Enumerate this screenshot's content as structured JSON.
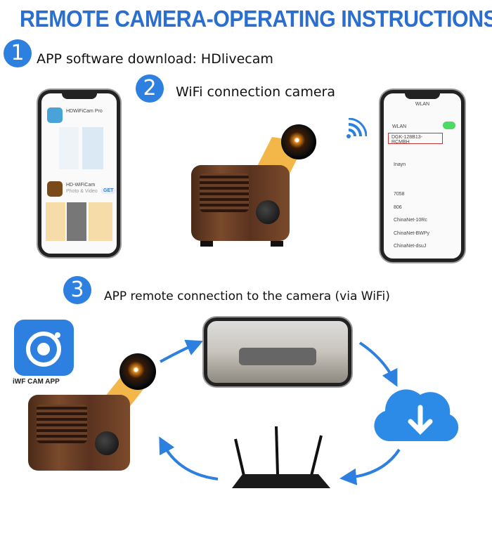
{
  "title": "REMOTE CAMERA-OPERATING INSTRUCTIONS",
  "steps": [
    {
      "number": "1",
      "text": "APP software download:  HDlivecam"
    },
    {
      "number": "2",
      "text": "WiFi connection camera"
    },
    {
      "number": "3",
      "text": "APP remote connection to the camera (via WiFi)"
    }
  ],
  "app_store_phone": {
    "app1": "HDWiFiCam Pro",
    "app2": "HD-WiFiCam",
    "subtitle": "Photo & Video",
    "get": "GET"
  },
  "wlan_phone": {
    "header": "WLAN",
    "toggle_label": "WLAN",
    "connected": "DGK-128B13-RCMBH",
    "networks": [
      "Inayn",
      "7058",
      "806",
      "ChinaNet-10Rc",
      "ChinaNet-BWPy",
      "ChinaNet-dsuJ"
    ]
  },
  "app_icon": {
    "label": "iWF CAM APP",
    "color": "#2d7fe0"
  },
  "colors": {
    "accent": "#2a6fcf",
    "arrow": "#2d7fe0"
  }
}
